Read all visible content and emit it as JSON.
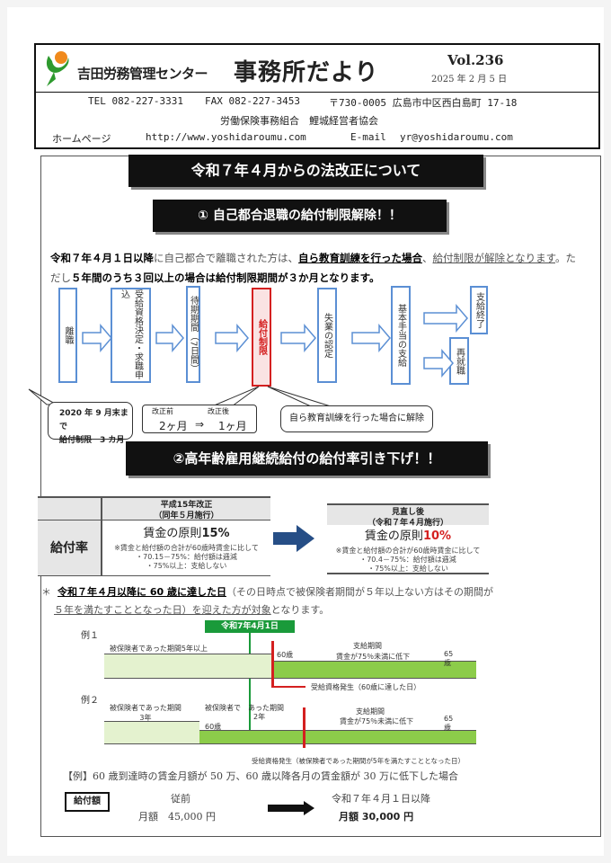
{
  "header": {
    "org": "吉田労務管理センター",
    "title": "事務所だより",
    "vol": "Vol.236",
    "date": "2025 年 2 月 5 日",
    "tel": "TEL 082-227-3331",
    "fax": "FAX 082-227-3453",
    "address": "〒730-0005 広島市中区西白島町 17-18",
    "assoc": "労働保険事務組合　鯉城経営者協会",
    "homepage_label": "ホームページ",
    "homepage": "http://www.yoshidaroumu.com",
    "email_label": "E-mail",
    "email": "yr@yoshidaroumu.com"
  },
  "main_title": "令和７年４月からの法改正について",
  "section1": {
    "title": "① 自己都合退職の給付制限解除！！",
    "p1_bold": "令和７年４月１日以降",
    "p1_a": "に自己都合で離職された方は、",
    "p1_u": "自ら教育訓練を行った場合",
    "p1_b": "、",
    "p1_u2": "給付制限が解除となります",
    "p1_c": "。ただし",
    "p1_bold2": "５年間のうち３回以上の場合は給付制限期間が３か月となります。",
    "flow": [
      "離職",
      "受給資格決定・求職申込",
      "待期期間（7日間）",
      "給付制限",
      "失業の認定",
      "基本手当の支給",
      "支給終了",
      "再就職"
    ],
    "callout_old_1": "2020 年 9 月末まで",
    "callout_old_2": "給付制限　3 カ月",
    "before_label": "改正前",
    "after_label": "改正後",
    "before_val": "2ヶ月",
    "arrow": "⇒",
    "after_val": "1ヶ月",
    "callout_release": "自ら教育訓練を行った場合に解除"
  },
  "section2": {
    "title": "②高年齢雇用継続給付の給付率引き下げ！！",
    "row_label": "給付率",
    "old": {
      "h1": "平成15年改正",
      "h2": "（同年５月施行）",
      "main": "賃金の原則",
      "pct": "15%",
      "n1": "※賃金と給付額の合計が60歳時賃金に比して",
      "n2": "・70.15－75%：給付額は逓減",
      "n3": "・75%以上：支給しない"
    },
    "new": {
      "h1": "見直し後",
      "h2": "（令和７年４月施行）",
      "main": "賃金の原則",
      "pct": "10%",
      "n1": "※賃金と給付額の合計が60歳時賃金に比して",
      "n2": "・70.4－75%：給付額は逓減",
      "n3": "・75%以上：支給しない"
    },
    "note_star": "＊",
    "note_u": "令和７年４月以降に 60 歳に達した日",
    "note_a": "（その日時点で被保険者期間が５年以上ない方はその期間が",
    "note_b": "５年を満たすこととなった日）を迎えた方が対象",
    "note_c": "となります。",
    "timeline": {
      "date_label": "令和7年4月1日",
      "ex1": "例１",
      "ex1_period": "被保険者であった期間5年以上",
      "age60": "60歳",
      "age65": "65歳",
      "pay_period": "支給期間",
      "drop": "賃金が75％未満に低下",
      "ex1_arise": "受給資格発生（60歳に達した日）",
      "ex2": "例２",
      "ex2_period_a": "被保険者であった期間",
      "ex2_period_a2": "3年",
      "ex2_period_b": "被保険者で　あった期間",
      "ex2_period_b2": "2年",
      "ex2_arise": "受給資格発生（被保険者であった期間が5年を満たすこととなった日）"
    },
    "example": "【例】60 歳到達時の賃金月額が 50 万、60 歳以降各月の賃金額が 30 万に低下した場合",
    "benefit_label": "給付額",
    "before": "従前",
    "before_amt": "月額　45,000 円",
    "after": "令和７年４月１日以降",
    "after_amt": "月額 30,000 円"
  },
  "colors": {
    "blue": "#5b8fd4",
    "red": "#d42020",
    "green": "#1a9a3a",
    "lightgreen": "#e4f2cf",
    "midgreen": "#8ccc4a",
    "navy": "#264e86"
  }
}
